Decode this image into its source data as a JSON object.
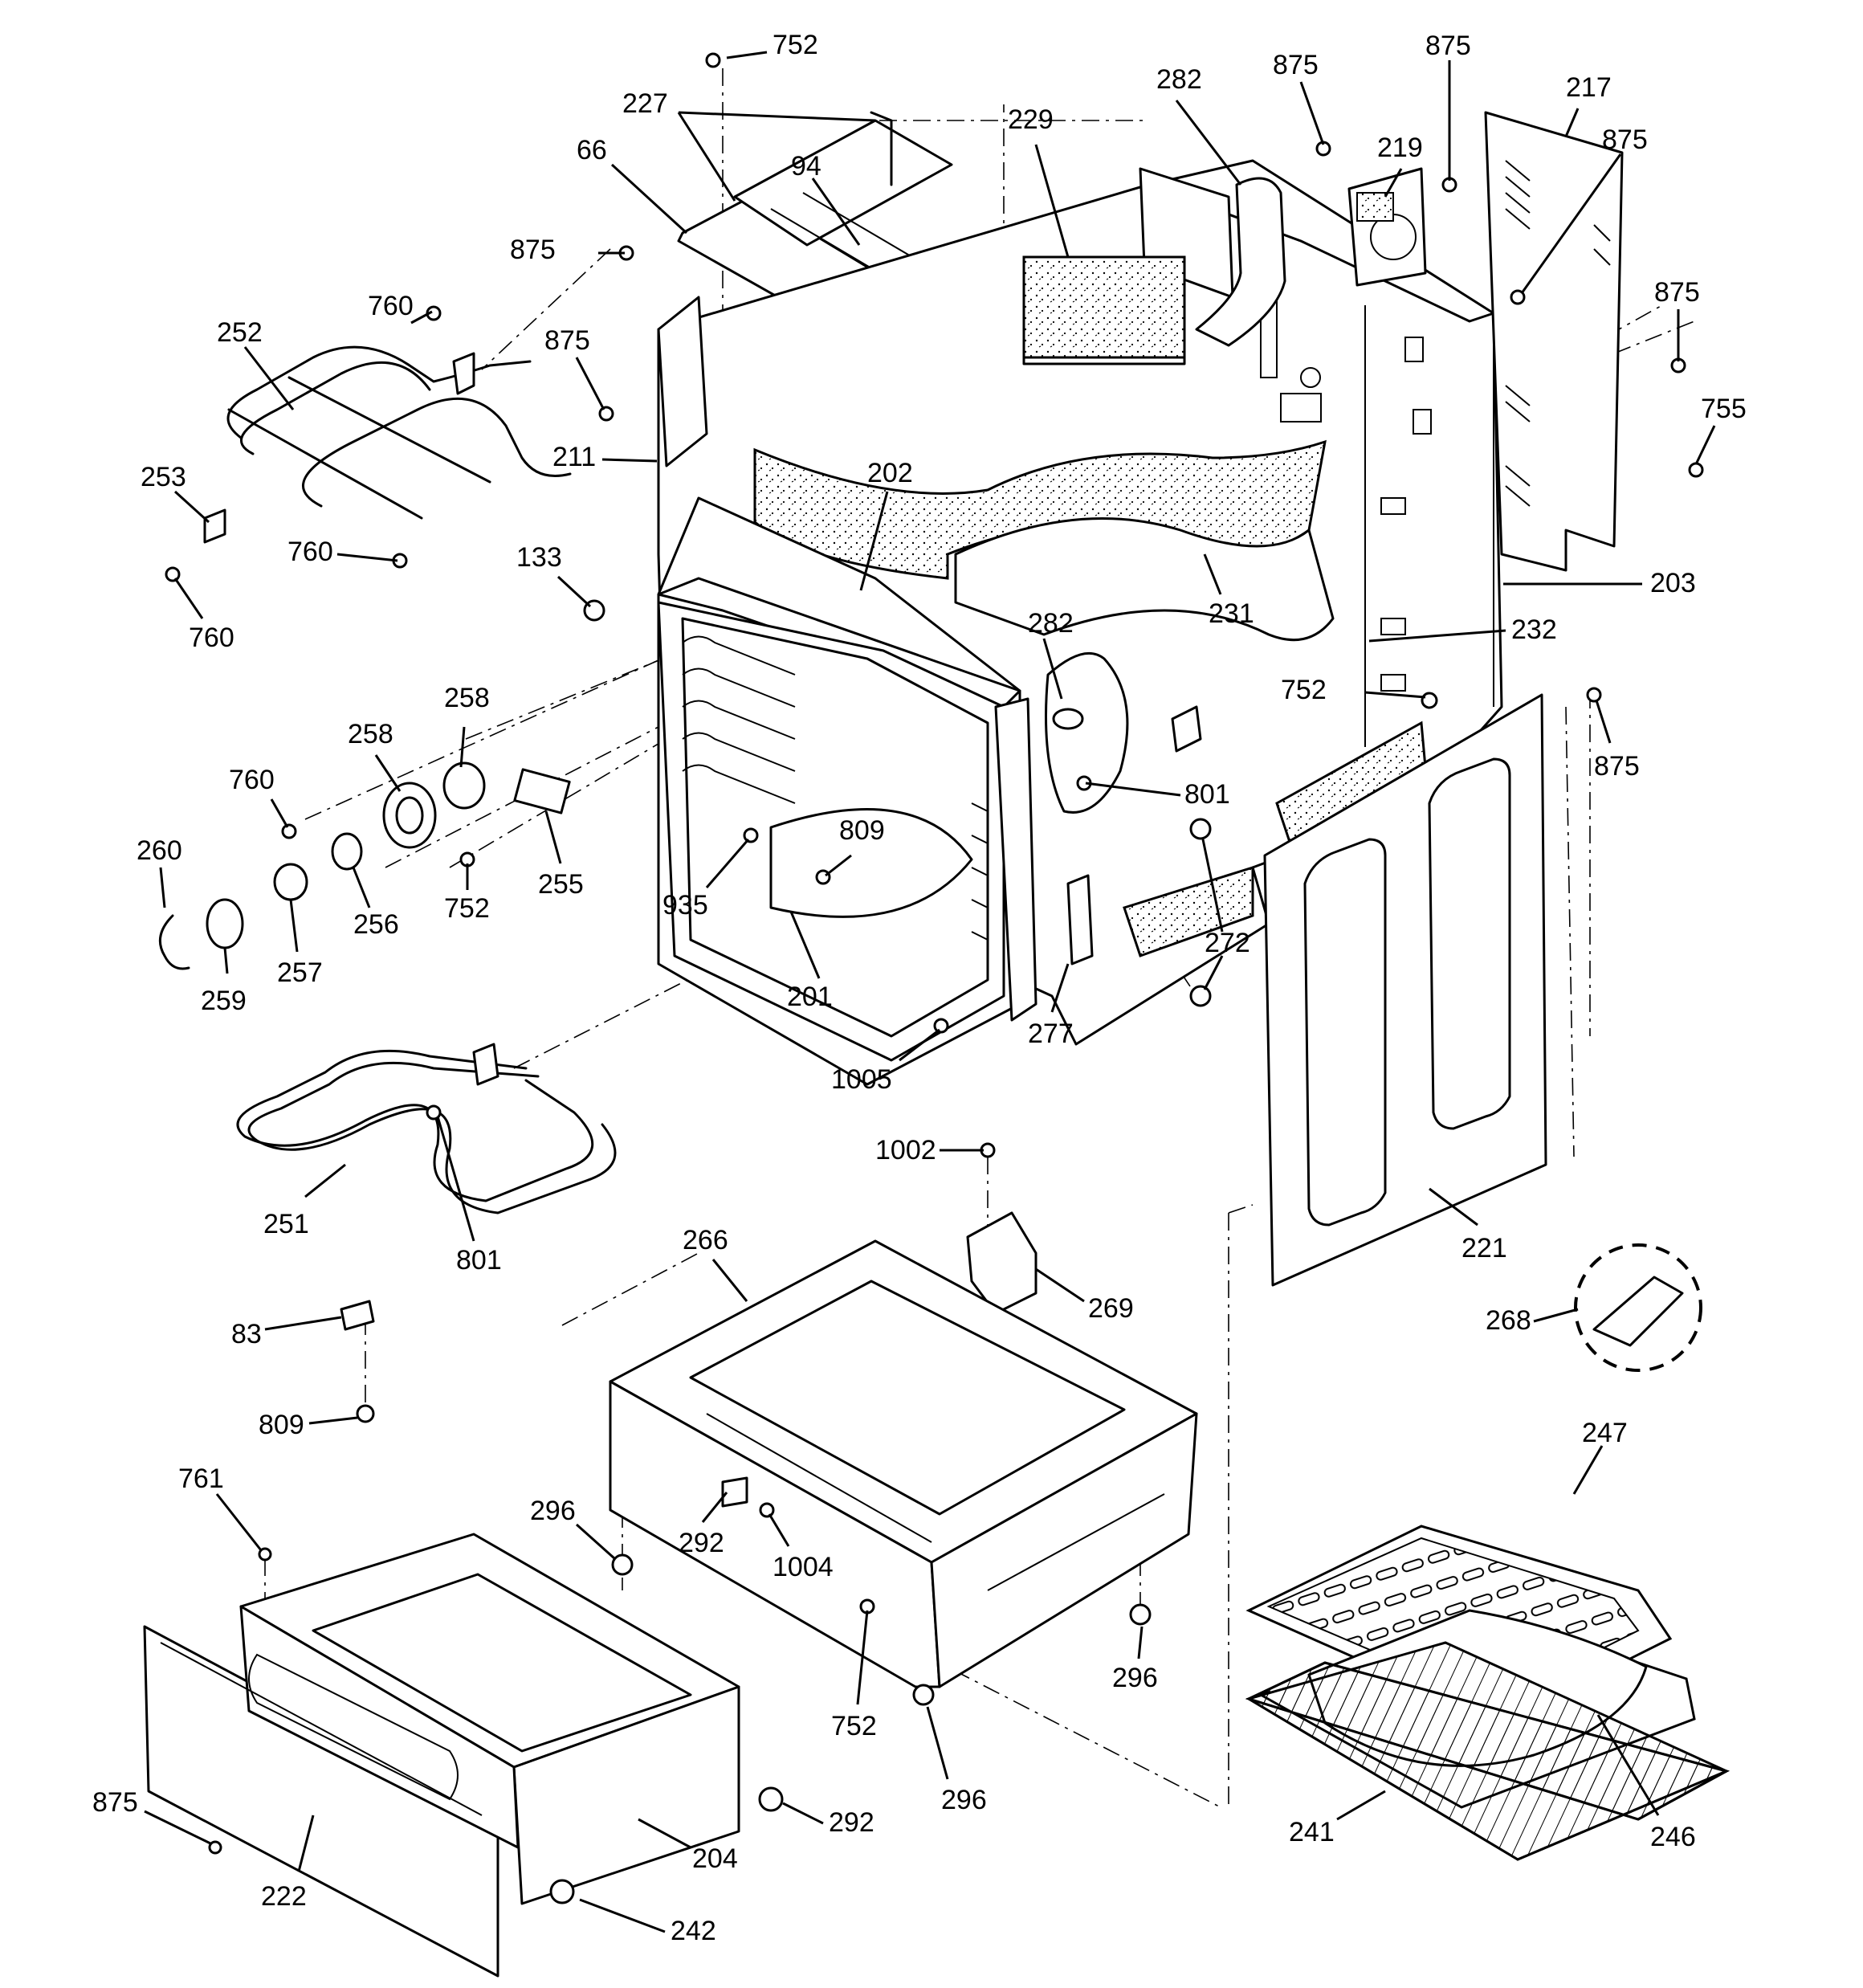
{
  "diagram": {
    "kind": "exploded-parts-view",
    "callouts": [
      {
        "id": "c752a",
        "label": "752"
      },
      {
        "id": "c227",
        "label": "227"
      },
      {
        "id": "c66",
        "label": "66"
      },
      {
        "id": "c94",
        "label": "94"
      },
      {
        "id": "c229",
        "label": "229"
      },
      {
        "id": "c282a",
        "label": "282"
      },
      {
        "id": "c875a",
        "label": "875"
      },
      {
        "id": "c875b",
        "label": "875"
      },
      {
        "id": "c219",
        "label": "219"
      },
      {
        "id": "c217",
        "label": "217"
      },
      {
        "id": "c875c",
        "label": "875"
      },
      {
        "id": "c875d",
        "label": "875"
      },
      {
        "id": "c875e",
        "label": "875"
      },
      {
        "id": "c875f",
        "label": "875"
      },
      {
        "id": "c755",
        "label": "755"
      },
      {
        "id": "c760a",
        "label": "760"
      },
      {
        "id": "c252",
        "label": "252"
      },
      {
        "id": "c253",
        "label": "253"
      },
      {
        "id": "c760b",
        "label": "760"
      },
      {
        "id": "c760c",
        "label": "760"
      },
      {
        "id": "c211",
        "label": "211"
      },
      {
        "id": "c202",
        "label": "202"
      },
      {
        "id": "c133",
        "label": "133"
      },
      {
        "id": "c231",
        "label": "231"
      },
      {
        "id": "c203",
        "label": "203"
      },
      {
        "id": "c232",
        "label": "232"
      },
      {
        "id": "c282b",
        "label": "282"
      },
      {
        "id": "c752b",
        "label": "752"
      },
      {
        "id": "c875g",
        "label": "875"
      },
      {
        "id": "c258a",
        "label": "258"
      },
      {
        "id": "c258b",
        "label": "258"
      },
      {
        "id": "c760d",
        "label": "760"
      },
      {
        "id": "c260",
        "label": "260"
      },
      {
        "id": "c801a",
        "label": "801"
      },
      {
        "id": "c809a",
        "label": "809"
      },
      {
        "id": "c255",
        "label": "255"
      },
      {
        "id": "c752c",
        "label": "752"
      },
      {
        "id": "c256",
        "label": "256"
      },
      {
        "id": "c257",
        "label": "257"
      },
      {
        "id": "c259",
        "label": "259"
      },
      {
        "id": "c935",
        "label": "935"
      },
      {
        "id": "c272",
        "label": "272"
      },
      {
        "id": "c201",
        "label": "201"
      },
      {
        "id": "c277",
        "label": "277"
      },
      {
        "id": "c1005",
        "label": "1005"
      },
      {
        "id": "c1002",
        "label": "1002"
      },
      {
        "id": "c251",
        "label": "251"
      },
      {
        "id": "c801b",
        "label": "801"
      },
      {
        "id": "c266",
        "label": "266"
      },
      {
        "id": "c221",
        "label": "221"
      },
      {
        "id": "c269",
        "label": "269"
      },
      {
        "id": "c268",
        "label": "268"
      },
      {
        "id": "c83",
        "label": "83"
      },
      {
        "id": "c809b",
        "label": "809"
      },
      {
        "id": "c247",
        "label": "247"
      },
      {
        "id": "c761",
        "label": "761"
      },
      {
        "id": "c296a",
        "label": "296"
      },
      {
        "id": "c292a",
        "label": "292"
      },
      {
        "id": "c1004",
        "label": "1004"
      },
      {
        "id": "c296b",
        "label": "296"
      },
      {
        "id": "c752d",
        "label": "752"
      },
      {
        "id": "c296c",
        "label": "296"
      },
      {
        "id": "c875h",
        "label": "875"
      },
      {
        "id": "c292b",
        "label": "292"
      },
      {
        "id": "c204",
        "label": "204"
      },
      {
        "id": "c222",
        "label": "222"
      },
      {
        "id": "c242",
        "label": "242"
      },
      {
        "id": "c241",
        "label": "241"
      },
      {
        "id": "c246",
        "label": "246"
      }
    ]
  }
}
